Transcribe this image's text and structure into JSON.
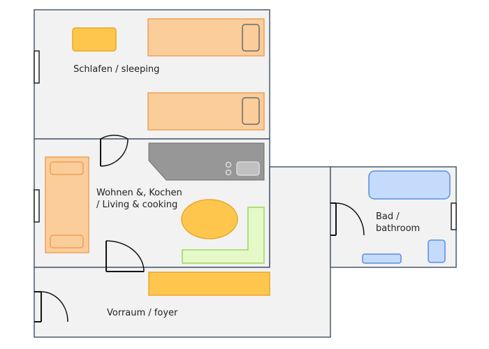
{
  "rooms": {
    "sleeping": {
      "label": "Schlafen / sleeping"
    },
    "living": {
      "label_line1": "Wohnen &, Kochen",
      "label_line2": "/ Living & cooking"
    },
    "bath": {
      "label_line1": "Bad /",
      "label_line2": "bathroom"
    },
    "foyer": {
      "label": "Vorraum / foyer"
    }
  },
  "colors": {
    "floor": "#f2f2f2",
    "wall": "#4a5a6e",
    "bed": "#fbcd9a",
    "bed_border": "#f0a057",
    "table": "#ffc64d",
    "table_border": "#e8a828",
    "kitchen": "#979797",
    "counter": "#e4f9c7",
    "counter_border": "#9cd85a",
    "bath_fixture": "#c5dbfb",
    "bath_border": "#5a8ee0"
  }
}
